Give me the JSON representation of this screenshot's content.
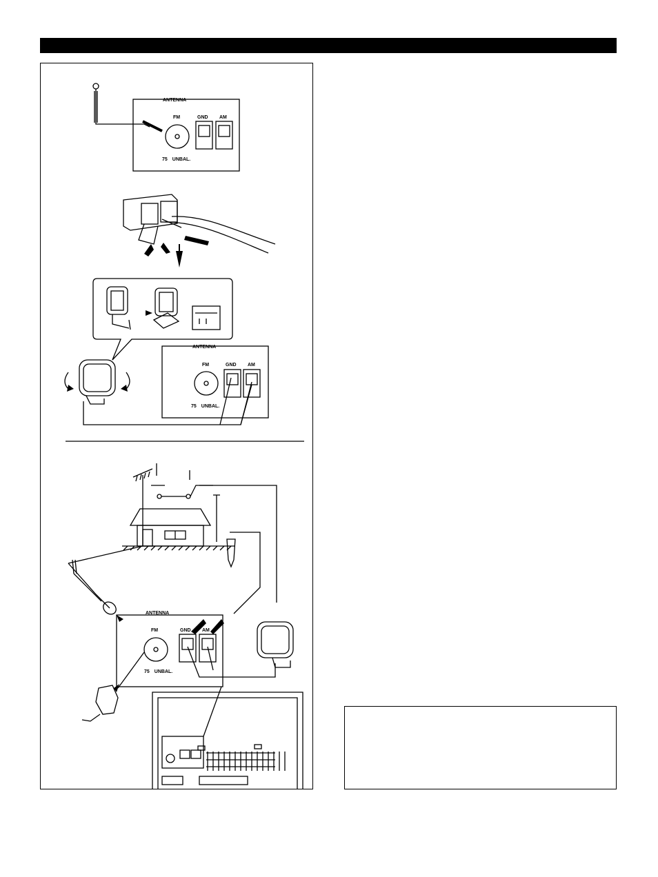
{
  "labels": {
    "antenna": "ANTENNA",
    "fm": "FM",
    "gnd": "GND",
    "am": "AM",
    "impedance": "75　UNBAL."
  }
}
